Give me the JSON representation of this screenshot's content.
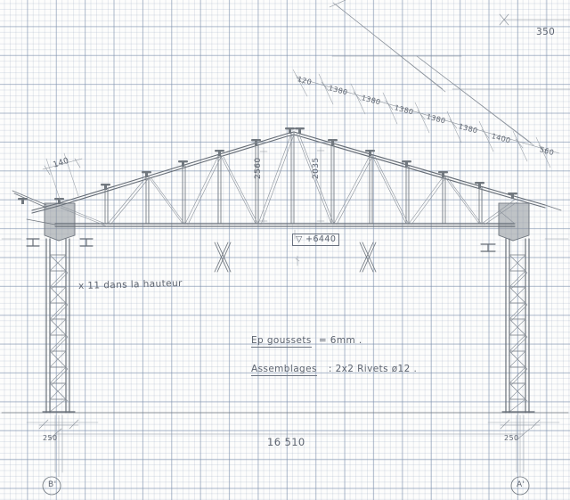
{
  "sheet": {
    "kind": "hand-drawn-engineering-sketch",
    "medium": "pencil on graph paper",
    "subject": "Steel roof truss with lattice columns — elevation",
    "paper_color": "#fdfdfc",
    "grid_minor_color": "#96a5be",
    "grid_major_color": "#788caa",
    "ink_color": "#6a7280"
  },
  "rafter_dimension_chain": {
    "label": "upper chord panel dimensions",
    "values": [
      "120",
      "1380",
      "1380",
      "1380",
      "1380",
      "1380",
      "1400",
      "560"
    ]
  },
  "dimensions": {
    "purlin_offset": "140",
    "ridge_height_left": "2560",
    "ridge_height_right": "2035",
    "top_right_offset": "350",
    "total_span": "16 510",
    "base_left": "250",
    "base_right": "250"
  },
  "level_marker": {
    "symbol": "▽",
    "value": "+6440",
    "text": "▽ +6440"
  },
  "notes": {
    "column_note": "x 11 dans la hauteur",
    "gusset_note_label": "Ep goussets",
    "gusset_note_value": "= 6mm .",
    "gusset_note": "Ep goussets = 6mm .",
    "assembly_note_label": "Assemblages",
    "assembly_note_value": ": 2x2 Rivets ø12 .",
    "assembly_note": "Assemblages : 2x2 Rivets ø12 ."
  },
  "grid_marks": {
    "left": "B'",
    "right": "A'"
  },
  "structure": {
    "truss_type": "pitched lattice truss",
    "column_type": "lattice column with X bracing",
    "bracing_symbols": 2
  }
}
